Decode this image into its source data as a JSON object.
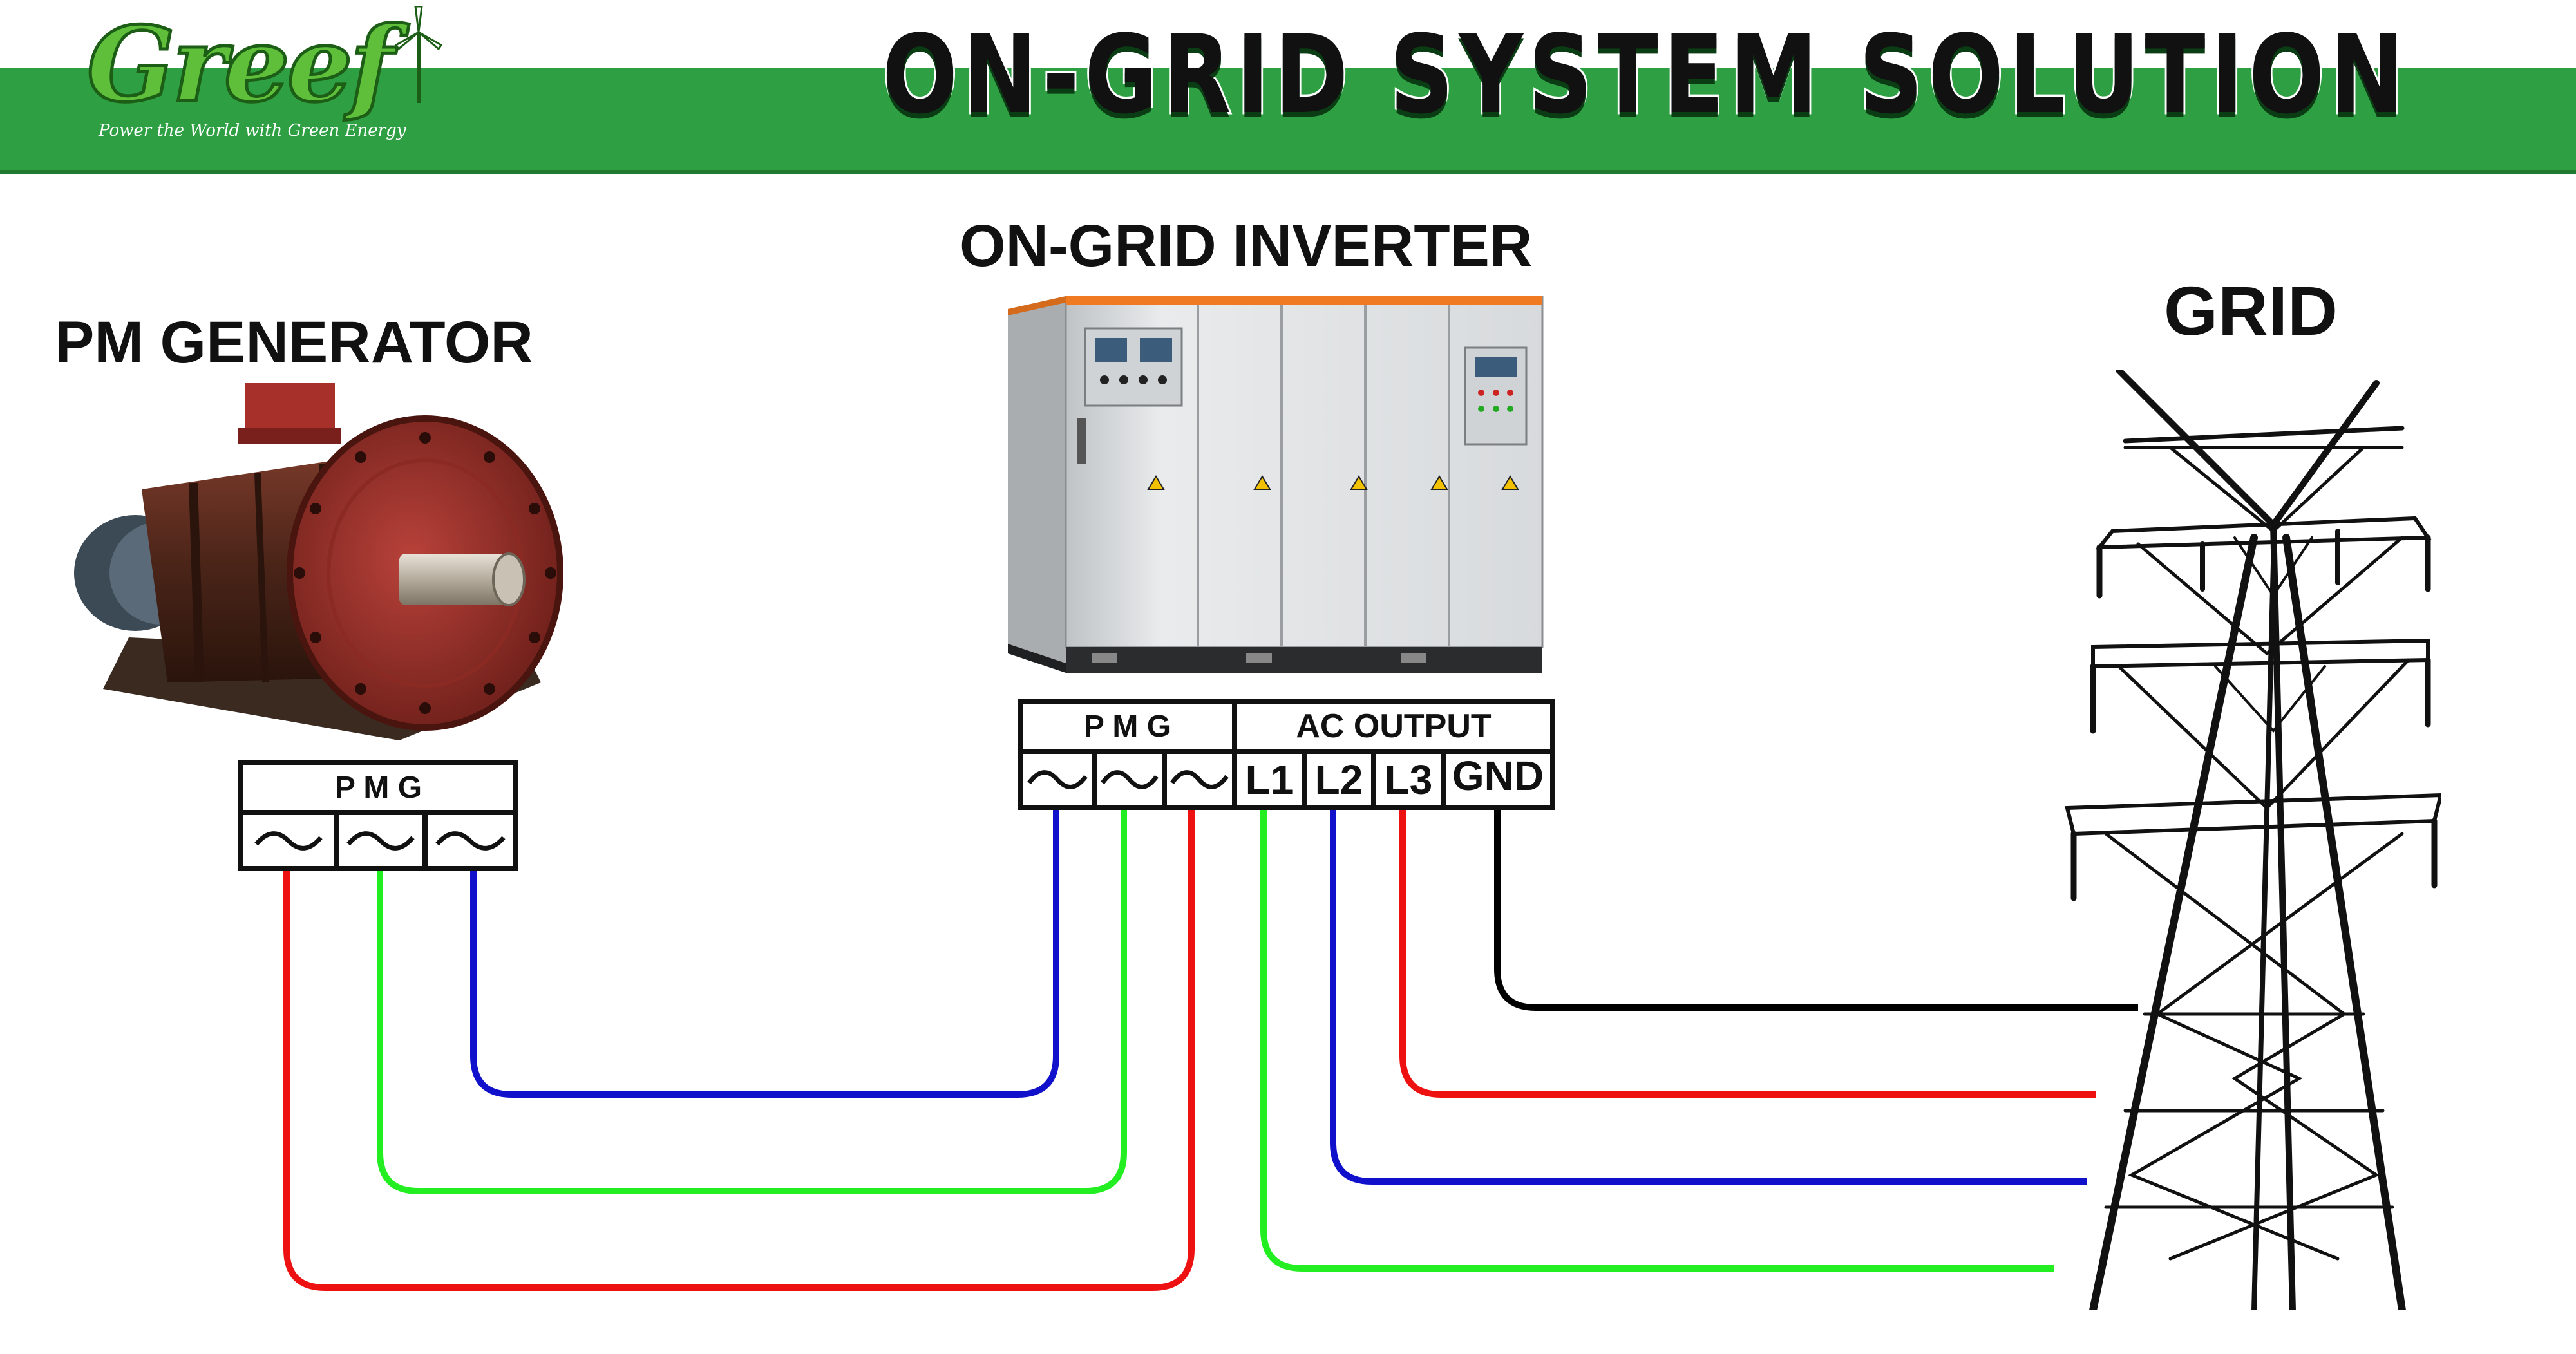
{
  "header": {
    "logo_text": "Greef",
    "logo_tagline": "Power the World with Green Energy",
    "title": "ON-GRID  SYSTEM  SOLUTION",
    "band_color": "#2ea043"
  },
  "components": {
    "generator": {
      "label": "PM  GENERATOR"
    },
    "inverter": {
      "label": "ON-GRID INVERTER"
    },
    "grid": {
      "label": "GRID"
    }
  },
  "generator_terminals": {
    "header": "P M G",
    "symbol": "~"
  },
  "inverter_terminals": {
    "pmg_header": "P M G",
    "ac_header": "AC OUTPUT",
    "ac_labels": [
      "L1",
      "L2",
      "L3",
      "GND"
    ]
  },
  "wire_colors": {
    "red": "#ee1111",
    "green": "#22ee22",
    "blue": "#1111cc",
    "black": "#000000"
  }
}
